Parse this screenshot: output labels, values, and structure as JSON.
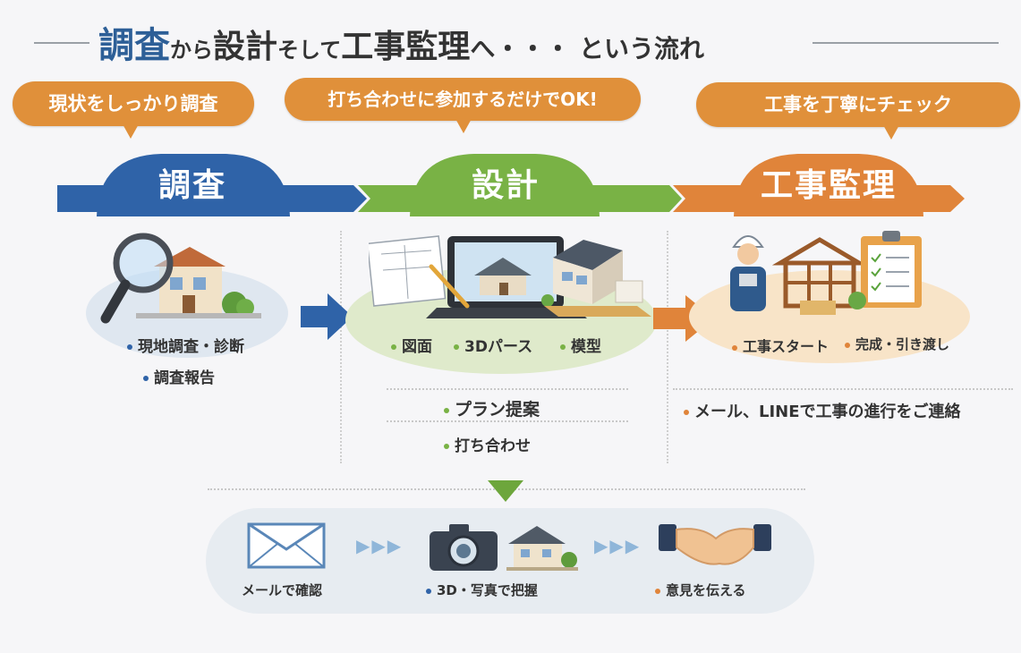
{
  "title": {
    "part1": "調査",
    "part2": "から",
    "part3": "設計",
    "part4": "そして",
    "part5": "工事監理",
    "part6": "へ・・・ という流れ"
  },
  "bubbles": {
    "survey": "現状をしっかり調査",
    "design": "打ち合わせに参加するだけでOK!",
    "construction": "工事を丁寧にチェック"
  },
  "stages": {
    "survey": "調査",
    "design": "設計",
    "construction": "工事監理"
  },
  "survey_items": [
    "現地調査・診断",
    "調査報告"
  ],
  "design_items": [
    "図面",
    "3Dパース",
    "模型"
  ],
  "design_sub_items": [
    "プラン提案",
    "打ち合わせ"
  ],
  "construction_items": [
    "工事スタート",
    "完成・引き渡し"
  ],
  "construction_note": "メール、LINEで工事の進行をご連絡",
  "bottom_steps": [
    "メールで確認",
    "3D・写真で把握",
    "意見を伝える"
  ],
  "colors": {
    "blue": "#2f63a8",
    "green": "#79b245",
    "orange": "#e0843a",
    "bubble": "#e0903a"
  }
}
